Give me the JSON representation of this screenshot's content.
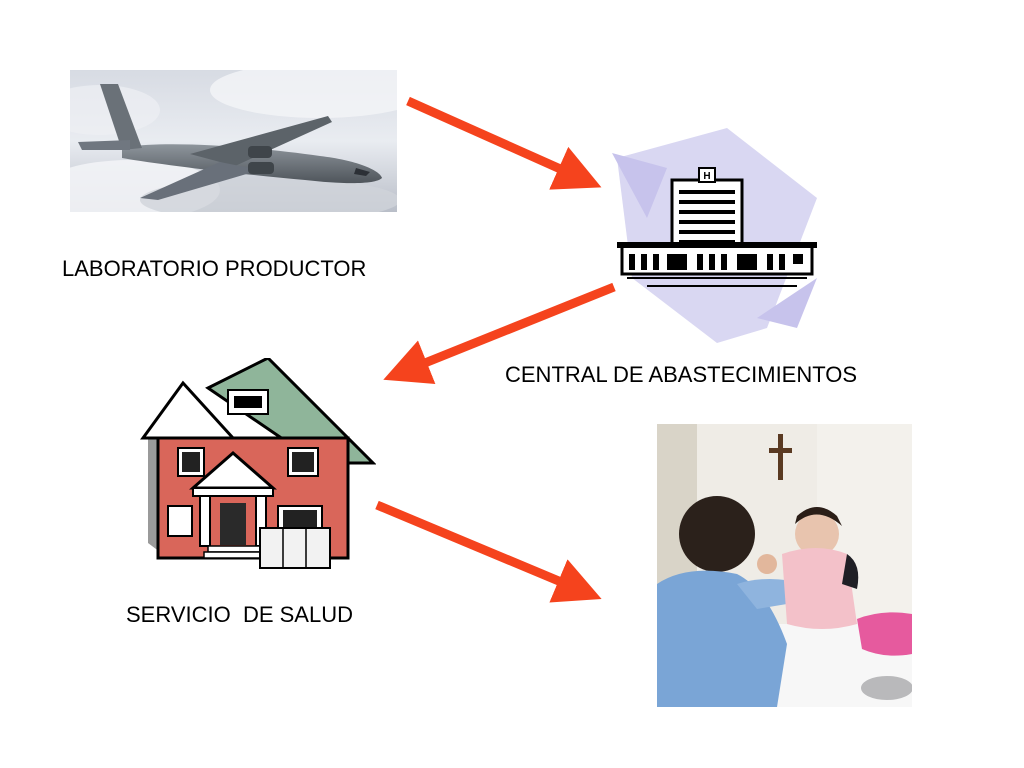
{
  "nodes": {
    "laboratorio": {
      "label": "LABORATORIO PRODUCTOR",
      "icon": "airplane-icon"
    },
    "central": {
      "label": "CENTRAL DE ABASTECIMIENTOS",
      "icon": "hospital-building-icon"
    },
    "servicio": {
      "label": "SERVICIO  DE SALUD",
      "icon": "house-icon"
    },
    "paciente": {
      "label": "",
      "icon": "vaccination-photo"
    }
  },
  "colors": {
    "arrow": "#f5431d",
    "text": "#000000",
    "background": "#ffffff"
  }
}
